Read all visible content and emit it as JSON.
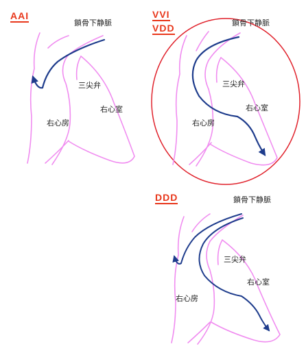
{
  "colors": {
    "heart_outline": "#f08cf0",
    "lead": "#1e3c8c",
    "mode_label": "#e8361a",
    "highlight_ellipse": "#e0202a",
    "text": "#222222"
  },
  "panels": [
    {
      "id": "aai",
      "mode_label": "AAI",
      "vein_label": "鎖骨下静脈",
      "valve_label": "三尖弁",
      "atrium_label": "右心房",
      "ventricle_label": "右心室"
    },
    {
      "id": "vvi-vdd",
      "mode_label_top": "VVI",
      "mode_label_bottom": "VDD",
      "vein_label": "鎖骨下静脈",
      "valve_label": "三尖弁",
      "atrium_label": "右心房",
      "ventricle_label": "右心室",
      "highlighted": true
    },
    {
      "id": "ddd",
      "mode_label": "DDD",
      "vein_label": "鎖骨下静脈",
      "valve_label": "三尖弁",
      "atrium_label": "右心房",
      "ventricle_label": "右心室"
    }
  ]
}
